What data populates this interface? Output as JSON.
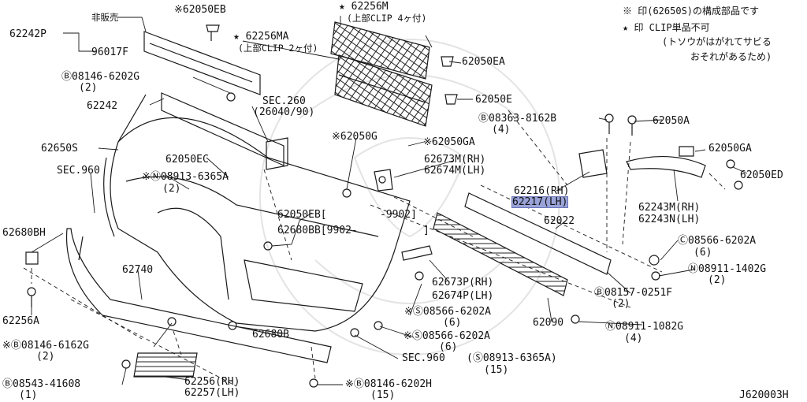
{
  "notes": {
    "line1": "※ 印(62650S)の構成部品です",
    "line2": "★ 印 CLIP単品不可",
    "line3": "(トソウがはがれてサビる",
    "line4": "おそれがあるため)"
  },
  "labels": {
    "p62050EB_top": "※62050EB",
    "p62256M": "★ 62256M",
    "p62256M_sub": "(上部CLIP 4ヶ付)",
    "hihanbai": "非販売",
    "p62242P": "62242P",
    "p96017F": "96017F",
    "p62256MA": "★ 62256MA",
    "p62256MA_sub": "(上部CLIP 2ヶ付)",
    "p62050EA": "62050EA",
    "p08146_6202G": "Ⓑ08146-6202G",
    "p08146_6202G_q": "(2)",
    "p62050E": "62050E",
    "p62242": "62242",
    "sec260": "SEC.260",
    "sec260_sub": "(26040/90)",
    "p08363": "Ⓑ08363-8162B",
    "p08363_q": "(4)",
    "p62050A": "62050A",
    "p62650S": "62650S",
    "p62050G": "※62050G",
    "p62050GA_mid": "※62050GA",
    "p62050GA_r": "62050GA",
    "p62050EC": "62050EC",
    "sec960_l": "SEC.960",
    "p08913_a": "※Ⓝ08913-6365A",
    "p08913_a_q": "(2)",
    "p62673M": "62673M(RH)",
    "p62674M": "62674M(LH)",
    "p62216": "62216(RH)",
    "p62217": "62217(LH)",
    "p62050ED": "62050ED",
    "p62243M": "62243M(RH)",
    "p62243N": "62243N(LH)",
    "p62050EB_mid": "62050EB[",
    "p9902a": "-9902]",
    "p62680BB": "62680BB[9902-",
    "p9902b": "]",
    "p62022": "62022",
    "p62680BH": "62680BH",
    "p08566_6202A_r": "Ⓒ08566-6202A",
    "p08566_6202A_r_q": "(6)",
    "p08911_1402G": "Ⓝ08911-1402G",
    "p08911_1402G_q": "(2)",
    "p62740": "62740",
    "p62673P": "62673P(RH)",
    "p62674P": "62674P(LH)",
    "p08157": "Ⓑ08157-0251F",
    "p08157_q": "(2)",
    "p62256A": "62256A",
    "p08566_m1": "※Ⓢ08566-6202A",
    "p08566_m1_q": "(6)",
    "p62090": "62090",
    "p08911_1082G": "Ⓝ08911-1082G",
    "p08911_1082G_q": "(4)",
    "p62680B": "62680B",
    "p08566_m2": "※Ⓢ08566-6202A",
    "p08566_m2_q": "(6)",
    "p08146_6162G": "※Ⓑ08146-6162G",
    "p08146_6162G_q": "(2)",
    "sec960_b": "SEC.960",
    "p08913_b": "(Ⓢ08913-6365A)",
    "p08913_b_q": "(15)",
    "p62256RH": "62256(RH)",
    "p62257LH": "62257(LH)",
    "p08543": "Ⓑ08543-41608",
    "p08543_q": "(1)",
    "p08146_6202H": "※Ⓑ08146-6202H",
    "p08146_6202H_q": "(15)",
    "code": "J620003H"
  }
}
